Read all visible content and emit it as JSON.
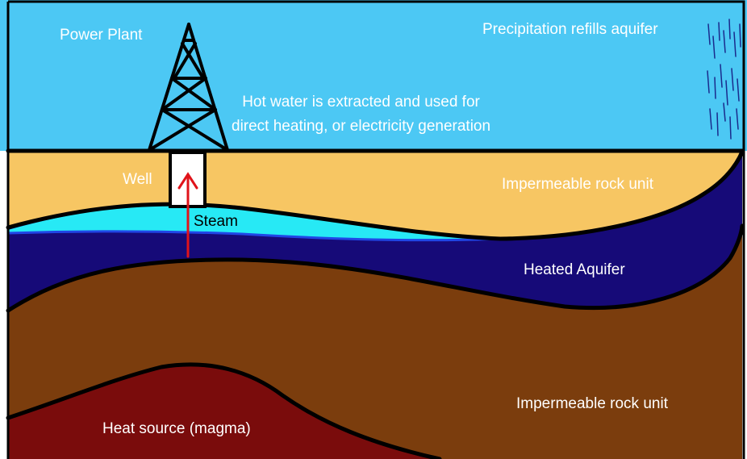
{
  "labels": {
    "power_plant": "Power Plant",
    "precipitation": "Precipitation refills aquifer",
    "hot_water": "Hot water is extracted and used for\ndirect heating, or electricity generation",
    "well": "Well",
    "steam": "Steam",
    "impermeable_top": "Impermeable rock unit",
    "heated_aquifer": "Heated Aquifer",
    "impermeable_bottom": "Impermeable rock unit",
    "heat_source": "Heat source (magma)"
  },
  "colors": {
    "sky": "#4cc8f4",
    "impermeable_upper": "#f7c663",
    "steam_layer": "#27e9f5",
    "aquifer": "#160a78",
    "rock_lower": "#7b3d0d",
    "magma": "#7a0c0c",
    "outline": "#000000",
    "arrow": "#e0131a",
    "text_light": "#ffffff",
    "text_dark": "#000000"
  },
  "icons": {
    "tower": "lattice-derrick-icon",
    "rain": "rain-streaks-icon",
    "arrow": "arrow-up-icon"
  }
}
